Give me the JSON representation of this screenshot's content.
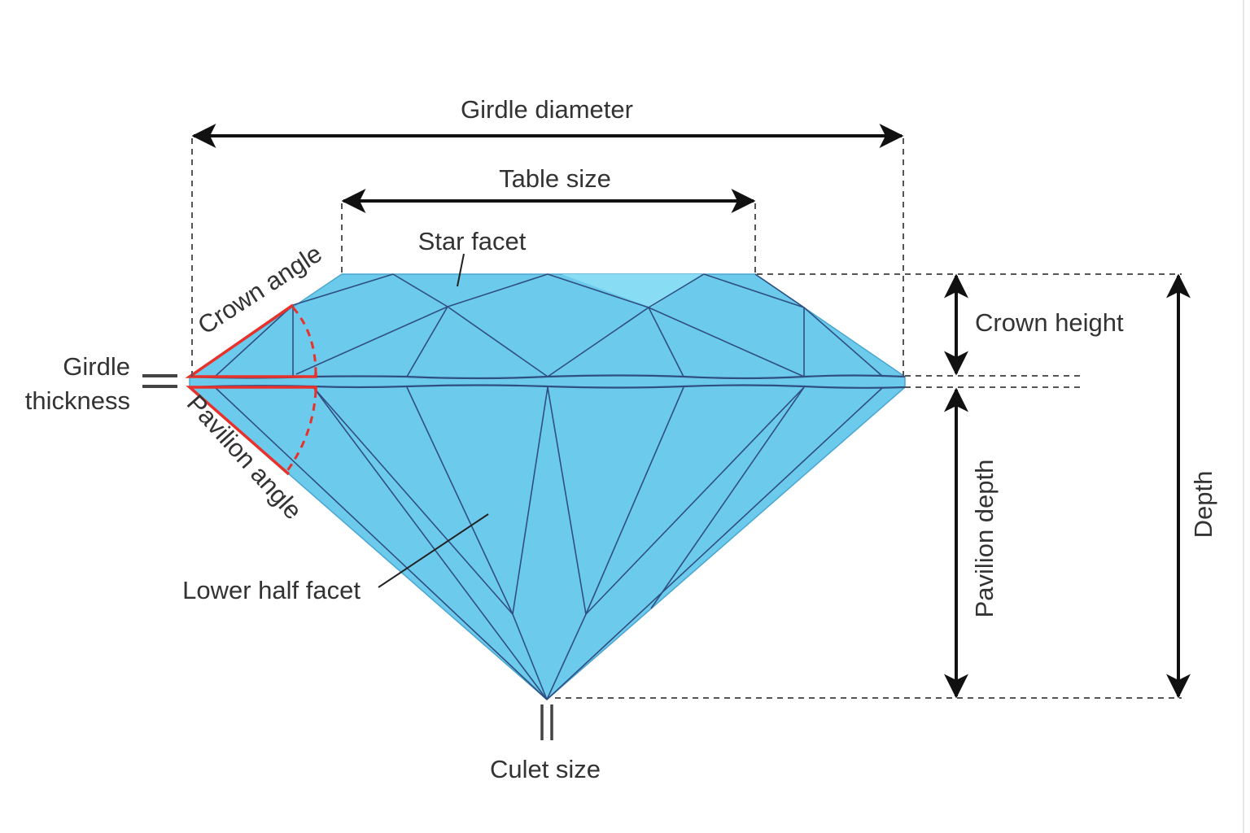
{
  "labels": {
    "girdle_diameter": "Girdle diameter",
    "table_size": "Table size",
    "star_facet": "Star facet",
    "crown_angle": "Crown angle",
    "girdle_thickness_line1": "Girdle",
    "girdle_thickness_line2": "thickness",
    "pavilion_angle": "Pavilion angle",
    "lower_half_facet": "Lower half facet",
    "culet_size": "Culet size",
    "crown_height": "Crown height",
    "pavilion_depth": "Pavilion depth",
    "depth": "Depth"
  },
  "colors": {
    "diamond_fill": "#6ccbed",
    "light_facet": "#88dcf3",
    "facet_line": "#2e4f80",
    "angle_marker": "#e8312a"
  }
}
